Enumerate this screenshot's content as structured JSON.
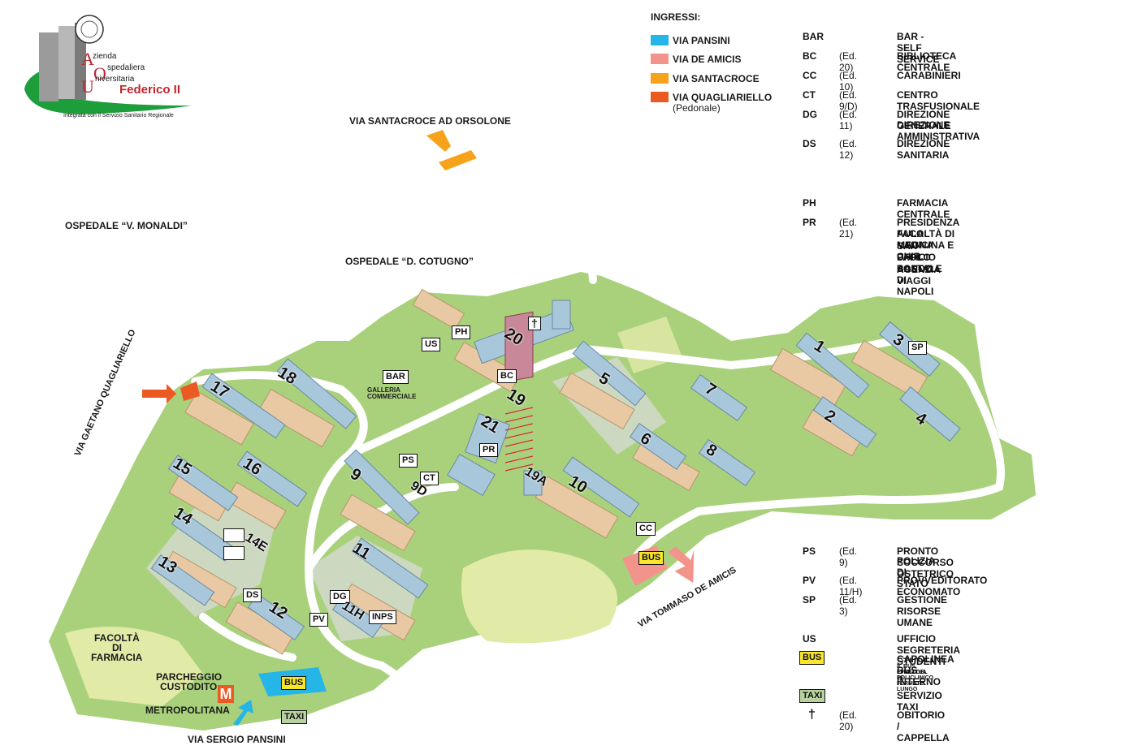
{
  "logo": {
    "lines": [
      "zienda",
      "spedaliera",
      "niversitaria",
      "Federico II"
    ],
    "letters": [
      "A",
      "O",
      "U"
    ],
    "tagline": "Integrata con il Servizio Sanitario Regionale"
  },
  "entrances": {
    "title": "INGRESSI:",
    "items": [
      {
        "label": "VIA PANSINI",
        "color": "#25b5e6"
      },
      {
        "label": "VIA DE AMICIS",
        "color": "#f2938c"
      },
      {
        "label": "VIA SANTACROCE",
        "color": "#f7a21b"
      },
      {
        "label": "VIA QUAGLIARIELLO",
        "sub": "(Pedonale)",
        "color": "#ec5a24"
      }
    ]
  },
  "legend_top": [
    {
      "code": "BAR",
      "ed": "",
      "desc": [
        "BAR - SELF SERVICE"
      ]
    },
    {
      "code": "BC",
      "ed": "(Ed. 20)",
      "desc": [
        "BIBLIOTECA CENTRALE"
      ]
    },
    {
      "code": "CC",
      "ed": "(Ed. 10)",
      "desc": [
        "CARABINIERI"
      ]
    },
    {
      "code": "CT",
      "ed": "(Ed. 9/D)",
      "desc": [
        "CENTRO TRASFUSIONALE"
      ]
    },
    {
      "code": "DG",
      "ed": "(Ed. 11)",
      "desc": [
        "DIREZIONE GENERALE",
        "DIREZIONE AMMINISTRATIVA"
      ]
    },
    {
      "code": "DS",
      "ed": "(Ed. 12)",
      "desc": [
        "DIREZIONE SANITARIA"
      ]
    },
    {
      "code": "PH",
      "ed": "",
      "desc": [
        "FARMACIA CENTRALE"
      ]
    },
    {
      "code": "PR",
      "ed": "(Ed. 21)",
      "desc": [
        "PRESIDENZA FACOLTÀ DI MEDICINA E CHIR.",
        "AULA MAGNA",
        "SAN PAOLO BANCO DI NAPOLI",
        "UFFICIO POSTALE",
        "AGENZIA VIAGGI"
      ]
    }
  ],
  "legend_bottom": [
    {
      "code": "PS",
      "ed": "(Ed. 9)",
      "desc": [
        "PRONTO SOCCORSO OSTETRICO",
        "POLIZIA DI STATO"
      ]
    },
    {
      "code": "PV",
      "ed": "(Ed. 11/H)",
      "desc": [
        "PROVVEDITORATO ECONOMATO"
      ]
    },
    {
      "code": "SP",
      "ed": "(Ed. 3)",
      "desc": [
        "GESTIONE RISORSE UMANE"
      ]
    },
    {
      "code": "US",
      "ed": "",
      "desc": [
        "UFFICIO SEGRETERIA STUDENTI"
      ]
    },
    {
      "code": "BUS",
      "ed": "",
      "desc": [
        "CAPOLINEA BUS INTERNO"
      ],
      "note": [
        "IL BUS EFFETTUA 16 FERMATE LUNGO",
        "I VIALI DEL POLICLINICO"
      ]
    },
    {
      "code": "TAXI",
      "ed": "",
      "desc": [
        "SERVIZIO TAXI"
      ]
    },
    {
      "code": "†",
      "ed": "(Ed. 20)",
      "desc": [
        "OBITORIO / CAPPELLA"
      ]
    }
  ],
  "map_labels": {
    "via_santacroce": "VIA SANTACROCE AD ORSOLONE",
    "monaldi": "OSPEDALE “V. MONALDI”",
    "cotugno": "OSPEDALE “D. COTUGNO”",
    "quagliariello": "VIA GAETANO QUAGLIARIELLO",
    "de_amicis": "VIA TOMMASO DE AMICIS",
    "pansini": "VIA SERGIO PANSINI",
    "farmacia": [
      "FACOLTÀ",
      "DI",
      "FARMACIA"
    ],
    "parcheggio": [
      "PARCHEGGIO",
      "CUSTODITO"
    ],
    "metro": "METROPOLITANA",
    "metro_icon": "M",
    "galleria": [
      "GALLERIA",
      "COMMERCIALE"
    ]
  },
  "map_boxes": [
    "US",
    "PH",
    "BAR",
    "BC",
    "PS",
    "CT",
    "PR",
    "CC",
    "DS",
    "DG",
    "PV",
    "INPS",
    "SP",
    "BUS",
    "BUS",
    "TAXI",
    "†"
  ],
  "buildings": [
    "1",
    "2",
    "3",
    "4",
    "5",
    "6",
    "7",
    "8",
    "9",
    "9D",
    "10",
    "11",
    "11H",
    "12",
    "13",
    "14",
    "14E",
    "15",
    "16",
    "17",
    "18",
    "19",
    "19A",
    "20",
    "21"
  ]
}
